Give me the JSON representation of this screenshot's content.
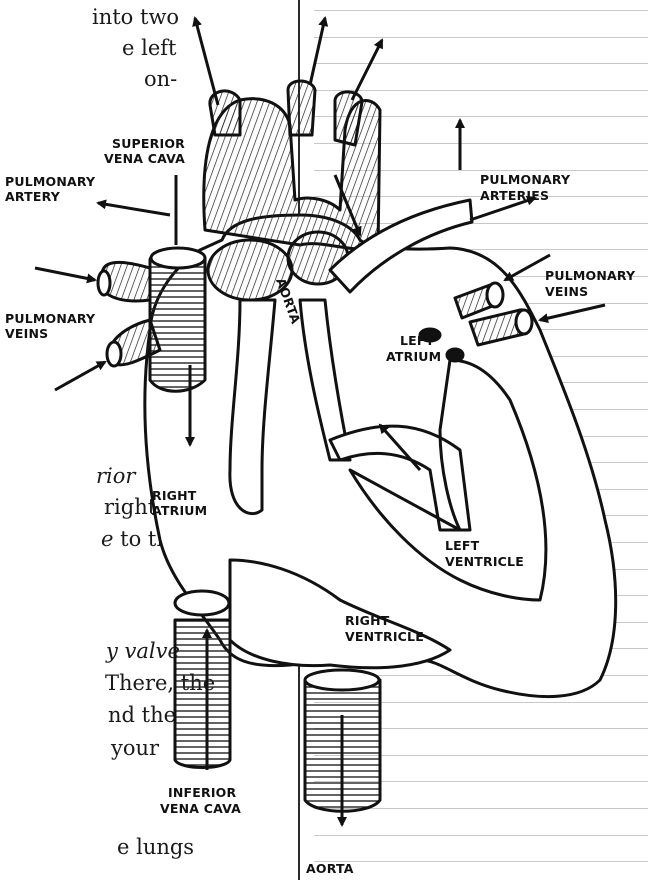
{
  "text_fragments": {
    "l1": "into two",
    "l2": "e left",
    "l3": "on-",
    "l4": "rior",
    "l5": "right",
    "l6": "to the",
    "l6_mark": "e",
    "l7": "y valve",
    "l8": "There, the",
    "l9": "nd the",
    "l10": "your",
    "l11": "e lungs"
  },
  "labels": {
    "superior_vena_cava_1": "SUPERIOR",
    "superior_vena_cava_2": "VENA CAVA",
    "pulmonary_artery_1": "PULMONARY",
    "pulmonary_artery_2": "ARTERY",
    "pulmonary_veins_left_1": "PULMONARY",
    "pulmonary_veins_left_2": "VEINS",
    "pulmonary_arteries_1": "PULMONARY",
    "pulmonary_arteries_2": "ARTERIES",
    "pulmonary_veins_right_1": "PULMONARY",
    "pulmonary_veins_right_2": "VEINS",
    "aorta_inner": "AORTA",
    "left_atrium_1": "LEFT",
    "left_atrium_2": "ATRIUM",
    "right_atrium_1": "RIGHT",
    "right_atrium_2": "ATRIUM",
    "left_ventricle_1": "LEFT",
    "left_ventricle_2": "VENTRICLE",
    "right_ventricle_1": "RIGHT",
    "right_ventricle_2": "VENTRICLE",
    "inferior_vena_cava_1": "INFERIOR",
    "inferior_vena_cava_2": "VENA CAVA",
    "aorta_bottom": "AORTA"
  }
}
